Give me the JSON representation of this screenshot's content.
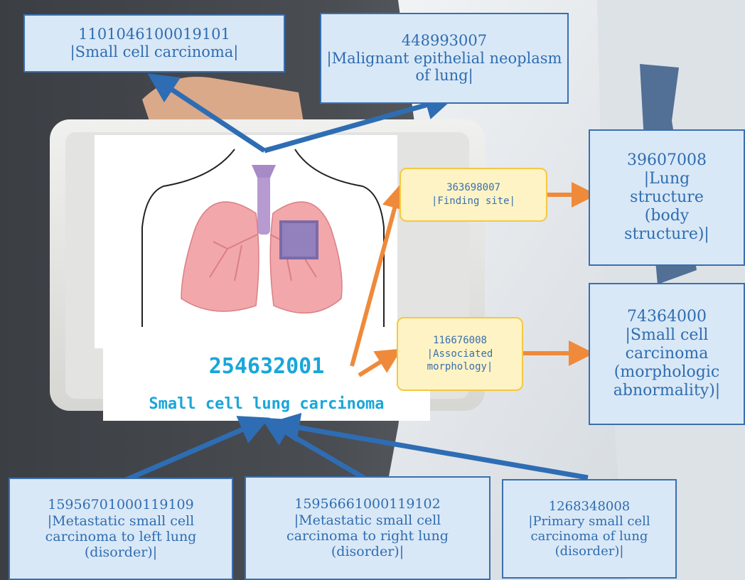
{
  "center": {
    "code": "254632001",
    "name": "Small cell lung carcinoma"
  },
  "parents": [
    {
      "code": "1101046100019101",
      "name": "|Small cell carcinoma|"
    },
    {
      "code": "448993007",
      "name": "|Malignant epithelial neoplasm of lung|"
    }
  ],
  "attributes": [
    {
      "code": "363698007",
      "name": "|Finding site|"
    },
    {
      "code": "116676008",
      "name": "|Associated morphology|"
    }
  ],
  "values": [
    {
      "code": "39607008",
      "name": "|Lung structure (body structure)|"
    },
    {
      "code": "74364000",
      "name": "|Small cell carcinoma (morphologic abnormality)|"
    }
  ],
  "children": [
    {
      "code": "15956701000119109",
      "name": "|Metastatic small cell carcinoma to left lung (disorder)|"
    },
    {
      "code": "15956661000119102",
      "name": "|Metastatic small cell carcinoma to right lung (disorder)|"
    },
    {
      "code": "1268348008",
      "name": "|Primary small cell carcinoma of lung (disorder)|"
    }
  ],
  "colors": {
    "parent_arrow": "#2e6db3",
    "attribute_arrow": "#ef8a3a",
    "center_text": "#1aa6d9",
    "box_fill": "#d9e8f7",
    "box_border": "#3a6fb0",
    "attr_fill": "#fdf3c4",
    "attr_border": "#f5c842"
  }
}
